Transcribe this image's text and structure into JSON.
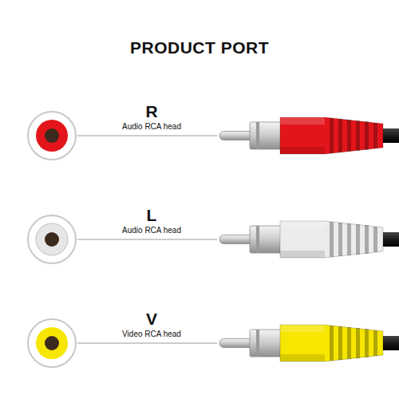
{
  "diagram": {
    "title": "PRODUCT PORT",
    "labels": [
      "R",
      "Audio RCA head",
      "L",
      "Audio RCA head",
      "V",
      "Video RCA head"
    ]
  }
}
